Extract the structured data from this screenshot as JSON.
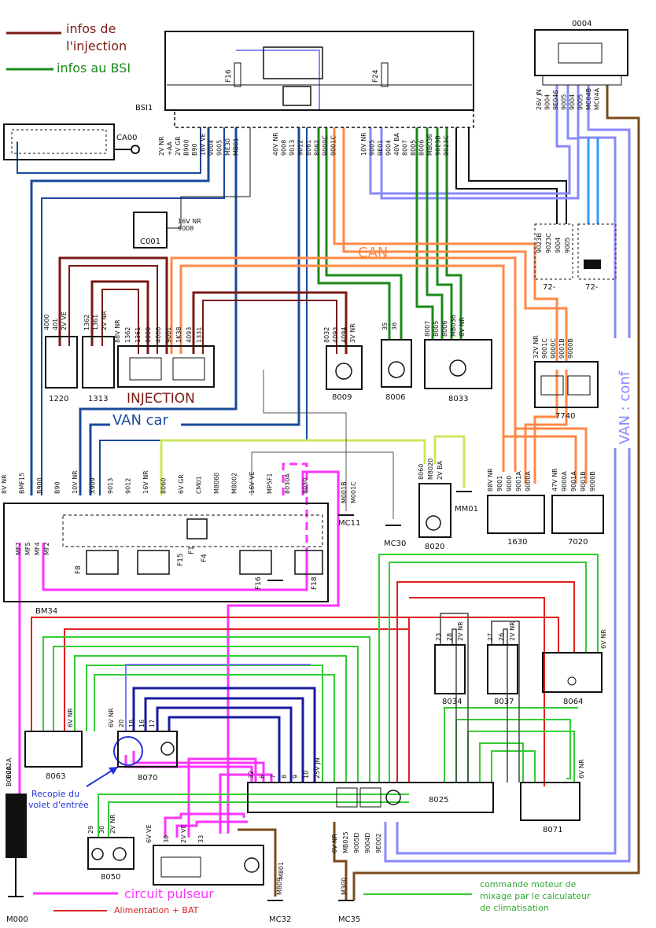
{
  "legend": {
    "injection": {
      "text1": "infos de",
      "text2": "l'injection",
      "color": "#7a1a12"
    },
    "bsi": {
      "text": "infos au BSI",
      "color": "#1a8a1a"
    },
    "pulseur": {
      "text": "circuit pulseur",
      "color": "#ff33ff"
    },
    "alimentation": {
      "text": "Alimentation + BAT",
      "color": "#e02020"
    },
    "commande": {
      "text1": "commande moteur de",
      "text2": "mixage par le calculateur",
      "text3": "de climatisation",
      "color": "#33cc33"
    },
    "recopie": {
      "text1": "Recopie du",
      "text2": "volet d'entrée",
      "color": "#2233dd"
    }
  },
  "buses": {
    "can": {
      "text": "CAN",
      "color": "#ff8844"
    },
    "van_car": {
      "text": "VAN  car",
      "color": "#1a4a9a"
    },
    "van_conf": {
      "text": "VAN : conf",
      "color": "#8888ff"
    }
  },
  "components": {
    "bsi": "BSI1",
    "ca00": "CA00",
    "c001": "C001",
    "c0004": "0004",
    "i1220": "1220",
    "i1313": "1313",
    "injection": "INJECTION",
    "c8009": "8009",
    "c8006": "8006",
    "c8033": "8033",
    "c7740": "7740",
    "c72a": "72-",
    "c72b": "72-",
    "bm34": "BM34",
    "c8020": "8020",
    "c1630": "1630",
    "c7020": "7020",
    "mc11": "MC11",
    "mc30": "MC30",
    "mm01": "MM01",
    "c8063": "8063",
    "c8070": "8070",
    "c8034": "8034",
    "c8037": "8037",
    "c8064": "8064",
    "c8025": "8025",
    "c8071": "8071",
    "c8050": "8050",
    "m000": "M000",
    "mc32": "MC32",
    "mc35": "MC35"
  },
  "fuses": {
    "f16": "F16",
    "f24": "F24",
    "f8": "F8",
    "f15": "F15",
    "f1": "F1",
    "f4": "F4",
    "f16b": "F16",
    "f18": "F18"
  },
  "wire_labels": {
    "bsi_left": [
      "2V NR",
      "+AA",
      "2V GR",
      "B900",
      "B90",
      "16V VE",
      "9004",
      "9005",
      "ME30",
      "MB01"
    ],
    "bsi_mid": [
      "40V NR",
      "9008",
      "9013",
      "9012",
      "8061",
      "8062",
      "9000C",
      "9001C"
    ],
    "bsi_right": [
      "10V NR",
      "9005",
      "9E01",
      "9004",
      "40V BA",
      "8007",
      "8005",
      "8006",
      "MB036",
      "9023B",
      "9023C"
    ],
    "c0004": [
      "26V JN",
      "9004",
      "9E046",
      "9005",
      "9004",
      "9005",
      "MC04B",
      "MC04A"
    ],
    "c001": [
      "16V NR",
      "9008"
    ],
    "i1220": [
      "4000",
      "401",
      "2V VE"
    ],
    "i1313": [
      "1362",
      "1361",
      "2V NR"
    ],
    "injection": [
      "88V NR",
      "1362",
      "1361",
      "9000",
      "4000",
      "9001",
      "1K38",
      "4093",
      "1331"
    ],
    "c8009": [
      "8032",
      "4093",
      "4094",
      "3V NR"
    ],
    "c8006": [
      "35",
      "36"
    ],
    "c8033": [
      "8007",
      "8005",
      "8006",
      "MB036",
      "6V NR"
    ],
    "c72": [
      "9023B",
      "9023C",
      "9004",
      "9005"
    ],
    "c7740": [
      "32V NR",
      "9001C",
      "9000C",
      "9001B",
      "9000B"
    ],
    "bm34": [
      "8V NR",
      "BMF15",
      "B900",
      "B90",
      "10V NR",
      "X909",
      "9013",
      "9012",
      "16V NR",
      "8060",
      "6V GR",
      "CM01",
      "M8060",
      "M8002",
      "16V VE",
      "MP5F1",
      "8030A",
      "8030"
    ],
    "bm34_inner": [
      "MF7",
      "MF5",
      "MF4",
      "MF2"
    ],
    "mc11": [
      "M001B",
      "M001C"
    ],
    "c8020": [
      "8060",
      "M8020",
      "2V BA"
    ],
    "c1630": [
      "88V NR",
      "9001",
      "9000",
      "9001A",
      "9000A"
    ],
    "c7020": [
      "47V NR",
      "9000A",
      "9001A",
      "9001B",
      "9000B"
    ],
    "c8063": [
      "6V NR"
    ],
    "c8070": [
      "6V NR",
      "20",
      "18",
      "16",
      "17"
    ],
    "c8034": [
      "23",
      "28",
      "2V NR"
    ],
    "c8037": [
      "27",
      "26",
      "2V NR"
    ],
    "c8064": [
      "6V NR"
    ],
    "c8025": [
      "32",
      "6",
      "7",
      "8",
      "9",
      "10",
      "25V JN"
    ],
    "c8025b": [
      "6V NR",
      "MB025",
      "9005D",
      "9004D",
      "9E002"
    ],
    "c8071": [
      "6V NR"
    ],
    "c8050": [
      "29",
      "30",
      "2V NR"
    ],
    "fan": [
      "6V VE",
      "30",
      "2V VE",
      "33"
    ],
    "grounds": [
      "B002A",
      "B002A",
      "M809",
      "M801",
      "M300"
    ]
  }
}
